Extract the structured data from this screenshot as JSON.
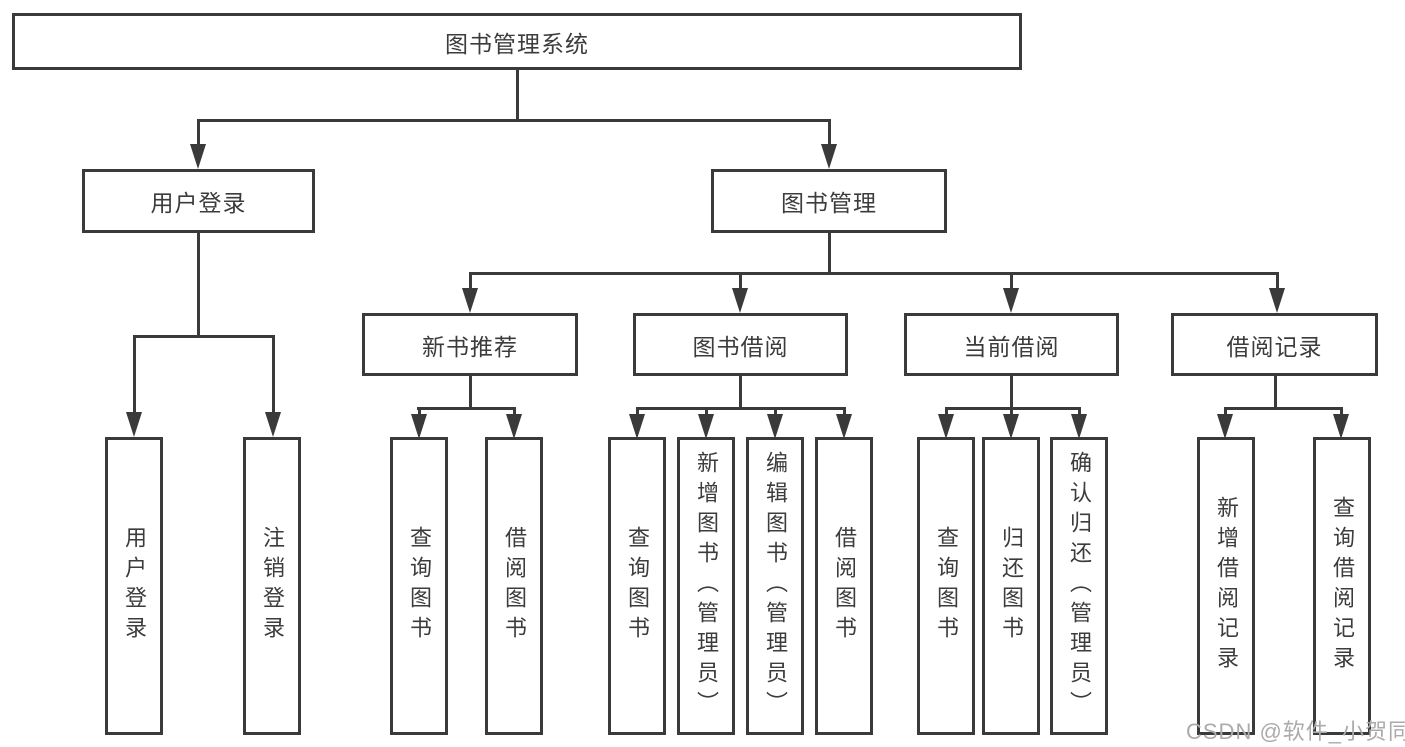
{
  "title": "图书管理系统",
  "tree": {
    "root": {
      "label": "图书管理系统"
    },
    "branches": [
      {
        "label": "用户登录",
        "children": [
          {
            "label": "用户登录"
          },
          {
            "label": "注销登录"
          }
        ]
      },
      {
        "label": "图书管理",
        "children": [
          {
            "label": "新书推荐",
            "children": [
              {
                "label": "查询图书"
              },
              {
                "label": "借阅图书"
              }
            ]
          },
          {
            "label": "图书借阅",
            "children": [
              {
                "label": "查询图书"
              },
              {
                "label": "新增图书（管理员）"
              },
              {
                "label": "编辑图书（管理员）"
              },
              {
                "label": "借阅图书"
              }
            ]
          },
          {
            "label": "当前借阅",
            "children": [
              {
                "label": "查询图书"
              },
              {
                "label": "归还图书"
              },
              {
                "label": "确认归还（管理员）"
              }
            ]
          },
          {
            "label": "借阅记录",
            "children": [
              {
                "label": "新增借阅记录"
              },
              {
                "label": "查询借阅记录"
              }
            ]
          }
        ]
      }
    ]
  },
  "watermark": {
    "text": "CSDN @软件_小贺同学"
  },
  "colors": {
    "line": "#3a3a3a",
    "text": "#3c3c3c",
    "background": "#ffffff",
    "watermark": "#ababab"
  }
}
